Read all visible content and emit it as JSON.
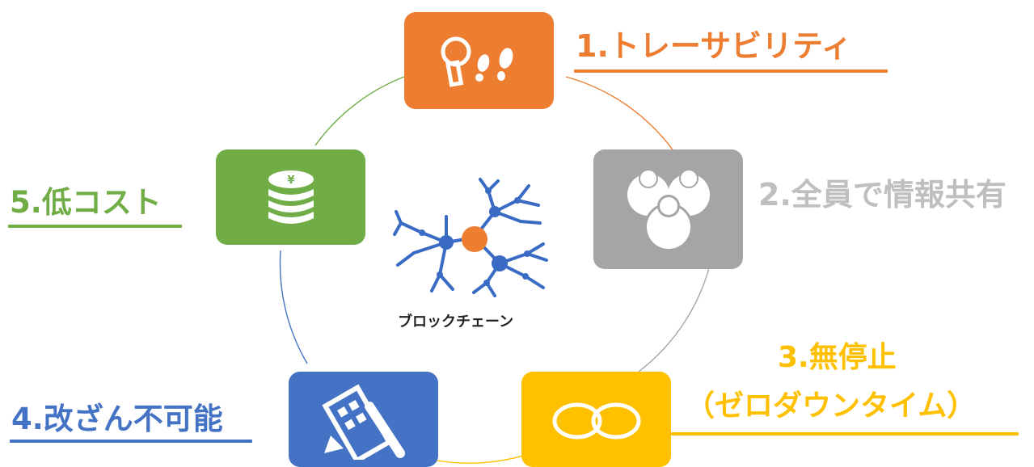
{
  "colors": {
    "orange": "#ED7D31",
    "gray": "#A5A5A5",
    "yellow": "#FFC000",
    "blue": "#4472C4",
    "green": "#70AD47"
  },
  "center": {
    "label": "ブロックチェーン",
    "icon": "blockchain-network-icon"
  },
  "items": [
    {
      "label": "1.トレーサビリティ",
      "icon": "magnifier-footprints-icon"
    },
    {
      "label": "2.全員で情報共有",
      "icon": "people-group-icon"
    },
    {
      "label": "3.無停止",
      "label2": "（ゼロダウンタイム）",
      "icon": "infinity-icon"
    },
    {
      "label": "4.改ざん不可能",
      "icon": "broken-building-icon"
    },
    {
      "label": "5.低コスト",
      "icon": "coin-stack-yen-icon"
    }
  ]
}
